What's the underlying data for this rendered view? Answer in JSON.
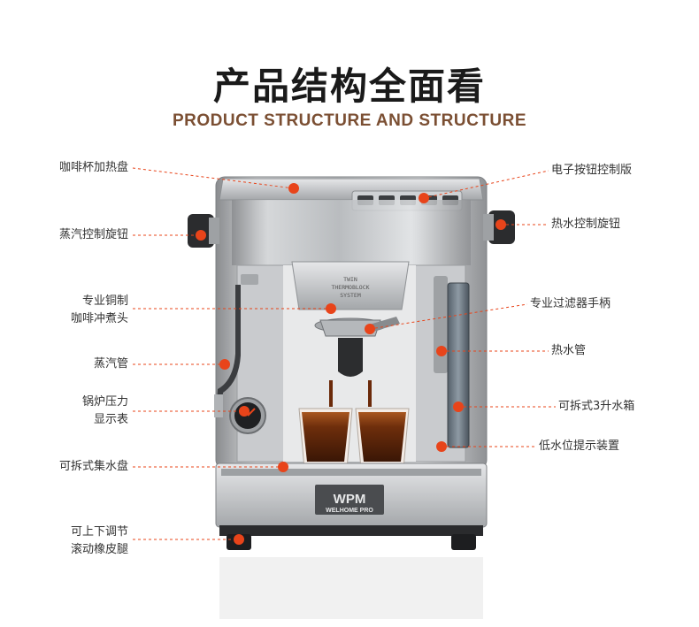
{
  "header": {
    "title_cn": "产品结构全面看",
    "title_en": "PRODUCT STRUCTURE AND STRUCTURE"
  },
  "labels": {
    "cup_warmer": "咖啡杯加热盘",
    "steam_knob": "蒸汽控制旋钮",
    "brew_head_line1": "专业铜制",
    "brew_head_line2": "咖啡冲煮头",
    "steam_pipe": "蒸汽管",
    "pressure_gauge_line1": "锅炉压力",
    "pressure_gauge_line2": "显示表",
    "drip_tray": "可拆式集水盘",
    "feet_line1": "可上下调节",
    "feet_line2": "滚动橡皮腿",
    "control_panel": "电子按钮控制版",
    "hot_water_knob": "热水控制旋钮",
    "portafilter": "专业过滤器手柄",
    "hot_water_pipe": "热水管",
    "water_tank": "可拆式3升水箱",
    "low_water_alarm": "低水位提示装置"
  },
  "machine": {
    "group_text_1": "TWIN",
    "group_text_2": "THERMOBLOCK",
    "group_text_3": "SYSTEM",
    "brand_logo": "WPM",
    "brand_name": "WELHOME PRO"
  },
  "colors": {
    "accent_dot": "#e8441a",
    "leader_line": "#e8441a",
    "title_en": "#7b4f33"
  }
}
